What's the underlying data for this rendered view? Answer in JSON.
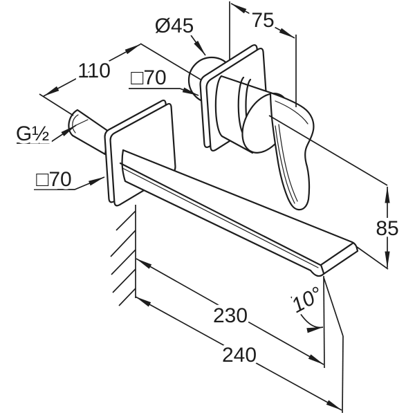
{
  "labels": {
    "d45": "Ø45",
    "sq70_top": "□70",
    "sq70_bottom": "□70",
    "d75": "75",
    "d110": "110",
    "g_half": "G½",
    "d85": "85",
    "d230": "230",
    "d240": "240",
    "a10": "10°"
  },
  "colors": {
    "line": "#1d1d1d",
    "background": "#ffffff"
  }
}
